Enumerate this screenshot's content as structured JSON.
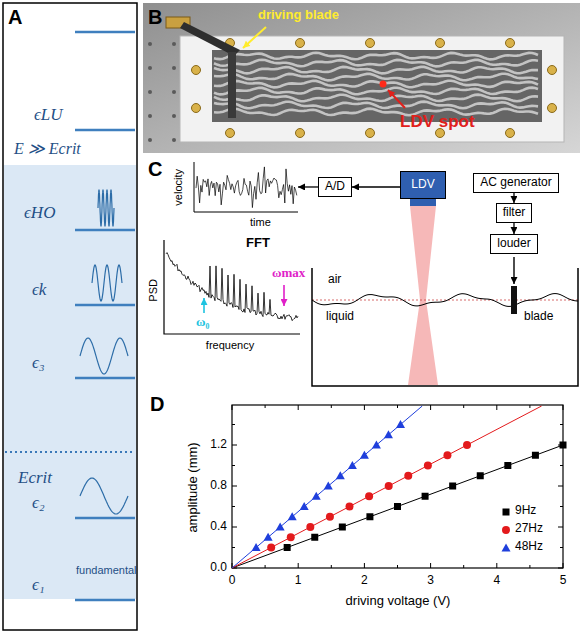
{
  "diagram": {
    "nodes": [
      {
        "text": [
          "velocity",
          "time"
        ]
      },
      {
        "text": [
          "A/D"
        ]
      },
      {
        "text": [
          "LDV"
        ]
      },
      {
        "text": [
          "AC generator"
        ]
      },
      {
        "text": [
          "filter"
        ]
      },
      {
        "text": [
          "louder"
        ]
      }
    ],
    "edges": [
      {
        "from": 2,
        "to": 1,
        "arrow": "to"
      },
      {
        "from": 1,
        "to": 0,
        "arrow": "to"
      },
      {
        "from": 3,
        "to": 4,
        "arrow": "to"
      },
      {
        "from": 4,
        "to": 5,
        "arrow": "to"
      }
    ],
    "labels": [
      "A",
      "ϵLU",
      "E ≫ Ecrit",
      "ϵHO",
      "ϵk",
      "ϵ₃",
      "Ecrit",
      "ϵ₂",
      "ϵ₁",
      "fundamental",
      "B",
      "driving blade",
      "LDV spot",
      "C",
      "FFT",
      "PSD",
      "frequency",
      "ω₀",
      "ωmax",
      "air",
      "liquid",
      "blade",
      "D",
      "amplitude (mm)",
      "driving voltage (V)",
      "0.0",
      "0.4",
      "0.8",
      "1.2",
      "0",
      "1",
      "2",
      "3",
      "4",
      "5"
    ],
    "legend": [
      {
        "text": "9Hz"
      },
      {
        "text": "27Hz"
      },
      {
        "text": "48Hz"
      }
    ]
  }
}
